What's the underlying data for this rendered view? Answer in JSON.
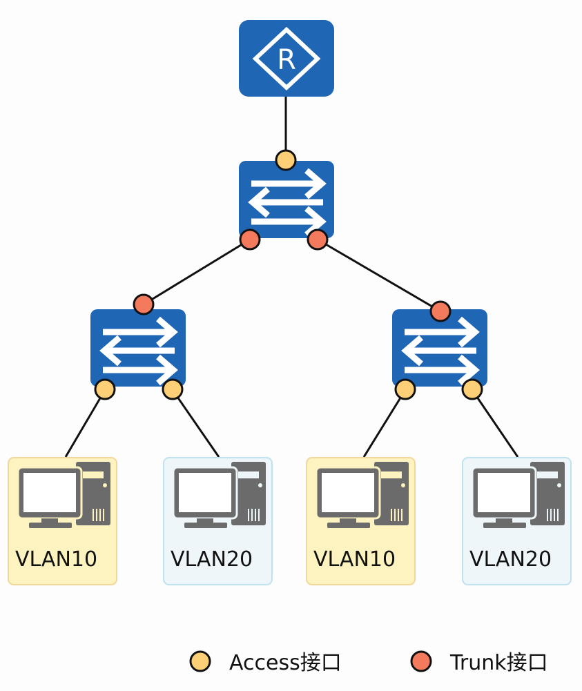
{
  "colors": {
    "device": "#1f66b5",
    "access_port": "#fdd077",
    "trunk_port": "#f47a5e",
    "vlan10_fill": "#fdf3c0",
    "vlan10_border": "#f2d79a",
    "vlan20_fill": "#eef6fa",
    "vlan20_border": "#bfe2ef",
    "pc_icon": "#6b6b6b",
    "link": "#111111"
  },
  "router": {
    "label": "R"
  },
  "pcs": [
    {
      "label": "VLAN10",
      "vlan": "vlan10"
    },
    {
      "label": "VLAN20",
      "vlan": "vlan20"
    },
    {
      "label": "VLAN10",
      "vlan": "vlan10"
    },
    {
      "label": "VLAN20",
      "vlan": "vlan20"
    }
  ],
  "legend": {
    "access": "Access接口",
    "trunk": "Trunk接口"
  }
}
